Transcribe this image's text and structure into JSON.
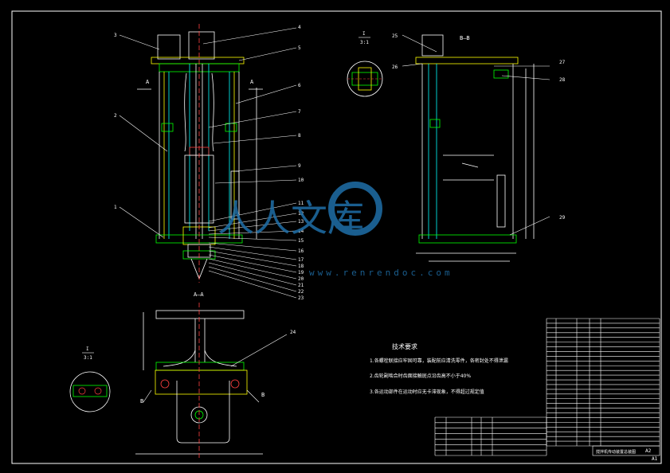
{
  "colors": {
    "background": "#000000",
    "line": "#ffffff",
    "accent": "#ffff00",
    "accent2": "#00ff00",
    "dim": "#ff4040",
    "cyan": "#00ffff",
    "watermark": "#1f6fa8"
  },
  "labels": {
    "leaders_left": [
      "3",
      "2",
      "1"
    ],
    "leaders_right": [
      "4",
      "5",
      "6",
      "7",
      "8",
      "9",
      "10",
      "11",
      "12",
      "13",
      "14",
      "15",
      "16",
      "17",
      "18",
      "19",
      "20",
      "21",
      "22",
      "23"
    ],
    "section_a": "A",
    "section_view_title": "A—A",
    "section_b_title": "B—B",
    "section_b": "B",
    "detail_i": "I",
    "detail_scale": "3:1",
    "detail_i_bottom": "I",
    "detail_scale_bottom": "3:1",
    "right_view_labels": [
      "25",
      "26",
      "27",
      "28",
      "29"
    ],
    "section_label_24": "24"
  },
  "tech_requirements": {
    "title": "技术要求",
    "items": [
      "1.各螺栓联接应牢固可靠，装配前应清洗零件，各密封处不得泄漏",
      "2.齿轮副啮合时齿面接触斑点沿齿高不小于40%",
      "3.各运动部件在运动时应无卡滞现象，不得超过规定值"
    ]
  },
  "watermark": {
    "brand": "人人文库",
    "url": "www.renrendoc.com"
  },
  "title_block": {
    "drawing_name": "搅拌机传动装置总装图",
    "scale": "A1",
    "sheet": "A2"
  }
}
